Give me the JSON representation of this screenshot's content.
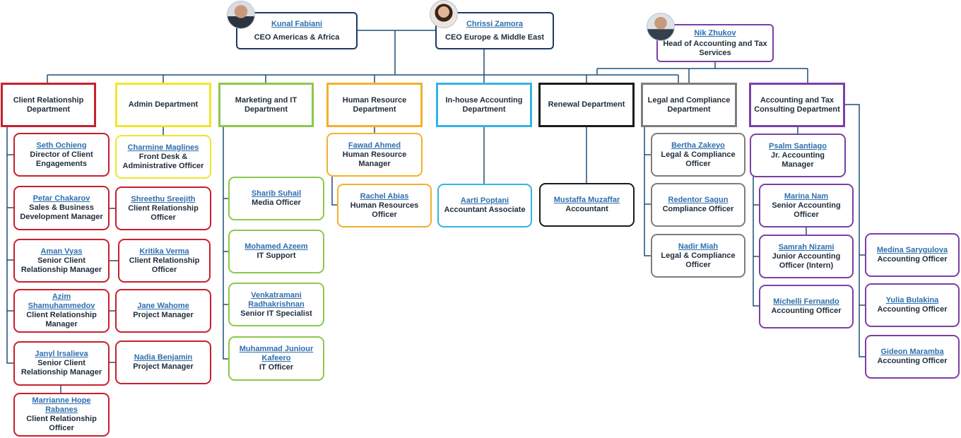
{
  "executives": [
    {
      "name": "Kunal Fabiani",
      "role": "CEO Americas & Africa"
    },
    {
      "name": "Chrissi Zamora",
      "role": "CEO Europe & Middle East"
    },
    {
      "name": "Nik Zhukov",
      "role": "Head of Accounting and Tax Services"
    }
  ],
  "departments": [
    {
      "title": "Client Relationship Department",
      "color": "#c8202e"
    },
    {
      "title": "Admin Department",
      "color": "#f0e62a"
    },
    {
      "title": "Marketing and IT Department",
      "color": "#8cc84b"
    },
    {
      "title": "Human Resource Department",
      "color": "#f2b12d"
    },
    {
      "title": "In-house Accounting Department",
      "color": "#34b4e4"
    },
    {
      "title": "Renewal Department",
      "color": "#1b1b1b"
    },
    {
      "title": "Legal and Compliance Department",
      "color": "#7d7d7d"
    },
    {
      "title": "Accounting and Tax Consulting Department",
      "color": "#7c3fa6"
    }
  ],
  "staff": {
    "client_relationship": [
      {
        "name": "Seth Ochieng",
        "role": "Director of Client Engagements"
      },
      {
        "name": "Petar Chakarov",
        "role": "Sales & Business Development Manager"
      },
      {
        "name": "Aman Vyas",
        "role": "Senior Client Relationship Manager"
      },
      {
        "name": "Azim Shamuhammedov",
        "role": "Client Relationship Manager"
      },
      {
        "name": "Janyl Irsalieva",
        "role": "Senior Client Relationship Manager"
      },
      {
        "name": "Marrianne Hope Rabanes",
        "role": "Client Relationship Officer"
      }
    ],
    "admin": [
      {
        "name": "Charmine Maglines",
        "role": "Front Desk & Administrative Officer"
      },
      {
        "name": "Shreethu Sreejith",
        "role": "Client Relationship Officer"
      },
      {
        "name": "Kritika Verma",
        "role": "Client Relationship Officer"
      },
      {
        "name": "Jane Wahome",
        "role": "Project Manager"
      },
      {
        "name": "Nadia Benjamin",
        "role": "Project Manager"
      }
    ],
    "marketing_it": [
      {
        "name": "Sharib Suhail",
        "role": "Media Officer"
      },
      {
        "name": "Mohamed Azeem",
        "role": "IT Support"
      },
      {
        "name": "Venkatramani Radhakrishnan",
        "role": "Senior IT Specialist"
      },
      {
        "name": "Muhammad Juniour Kafeero",
        "role": "IT Officer"
      }
    ],
    "human_resource": [
      {
        "name": "Fawad Ahmed",
        "role": "Human Resource Manager"
      },
      {
        "name": "Rachel Abias",
        "role": "Human Resources Officer"
      }
    ],
    "inhouse_accounting": [
      {
        "name": "Aarti Poptani",
        "role": "Accountant Associate"
      }
    ],
    "renewal": [
      {
        "name": "Mustaffa Muzaffar",
        "role": "Accountant"
      }
    ],
    "legal": [
      {
        "name": "Bertha Zakeyo",
        "role": "Legal & Compliance Officer"
      },
      {
        "name": "Redentor Sagun",
        "role": "Compliance Officer"
      },
      {
        "name": "Nadir Miah",
        "role": "Legal & Compliance Officer"
      }
    ],
    "accounting_tax": [
      {
        "name": "Psalm Santiago",
        "role": "Jr. Accounting Manager"
      },
      {
        "name": "Marina Nam",
        "role": "Senior Accounting Officer"
      },
      {
        "name": "Samrah Nizami",
        "role": "Junior Accounting Officer (Intern)"
      },
      {
        "name": "Michelli Fernando",
        "role": "Accounting Officer"
      },
      {
        "name": "Medina Sarygulova",
        "role": "Accounting Officer"
      },
      {
        "name": "Yulia Bulakina",
        "role": "Accounting Officer"
      },
      {
        "name": "Gideon Maramba",
        "role": "Accounting Officer"
      }
    ]
  }
}
